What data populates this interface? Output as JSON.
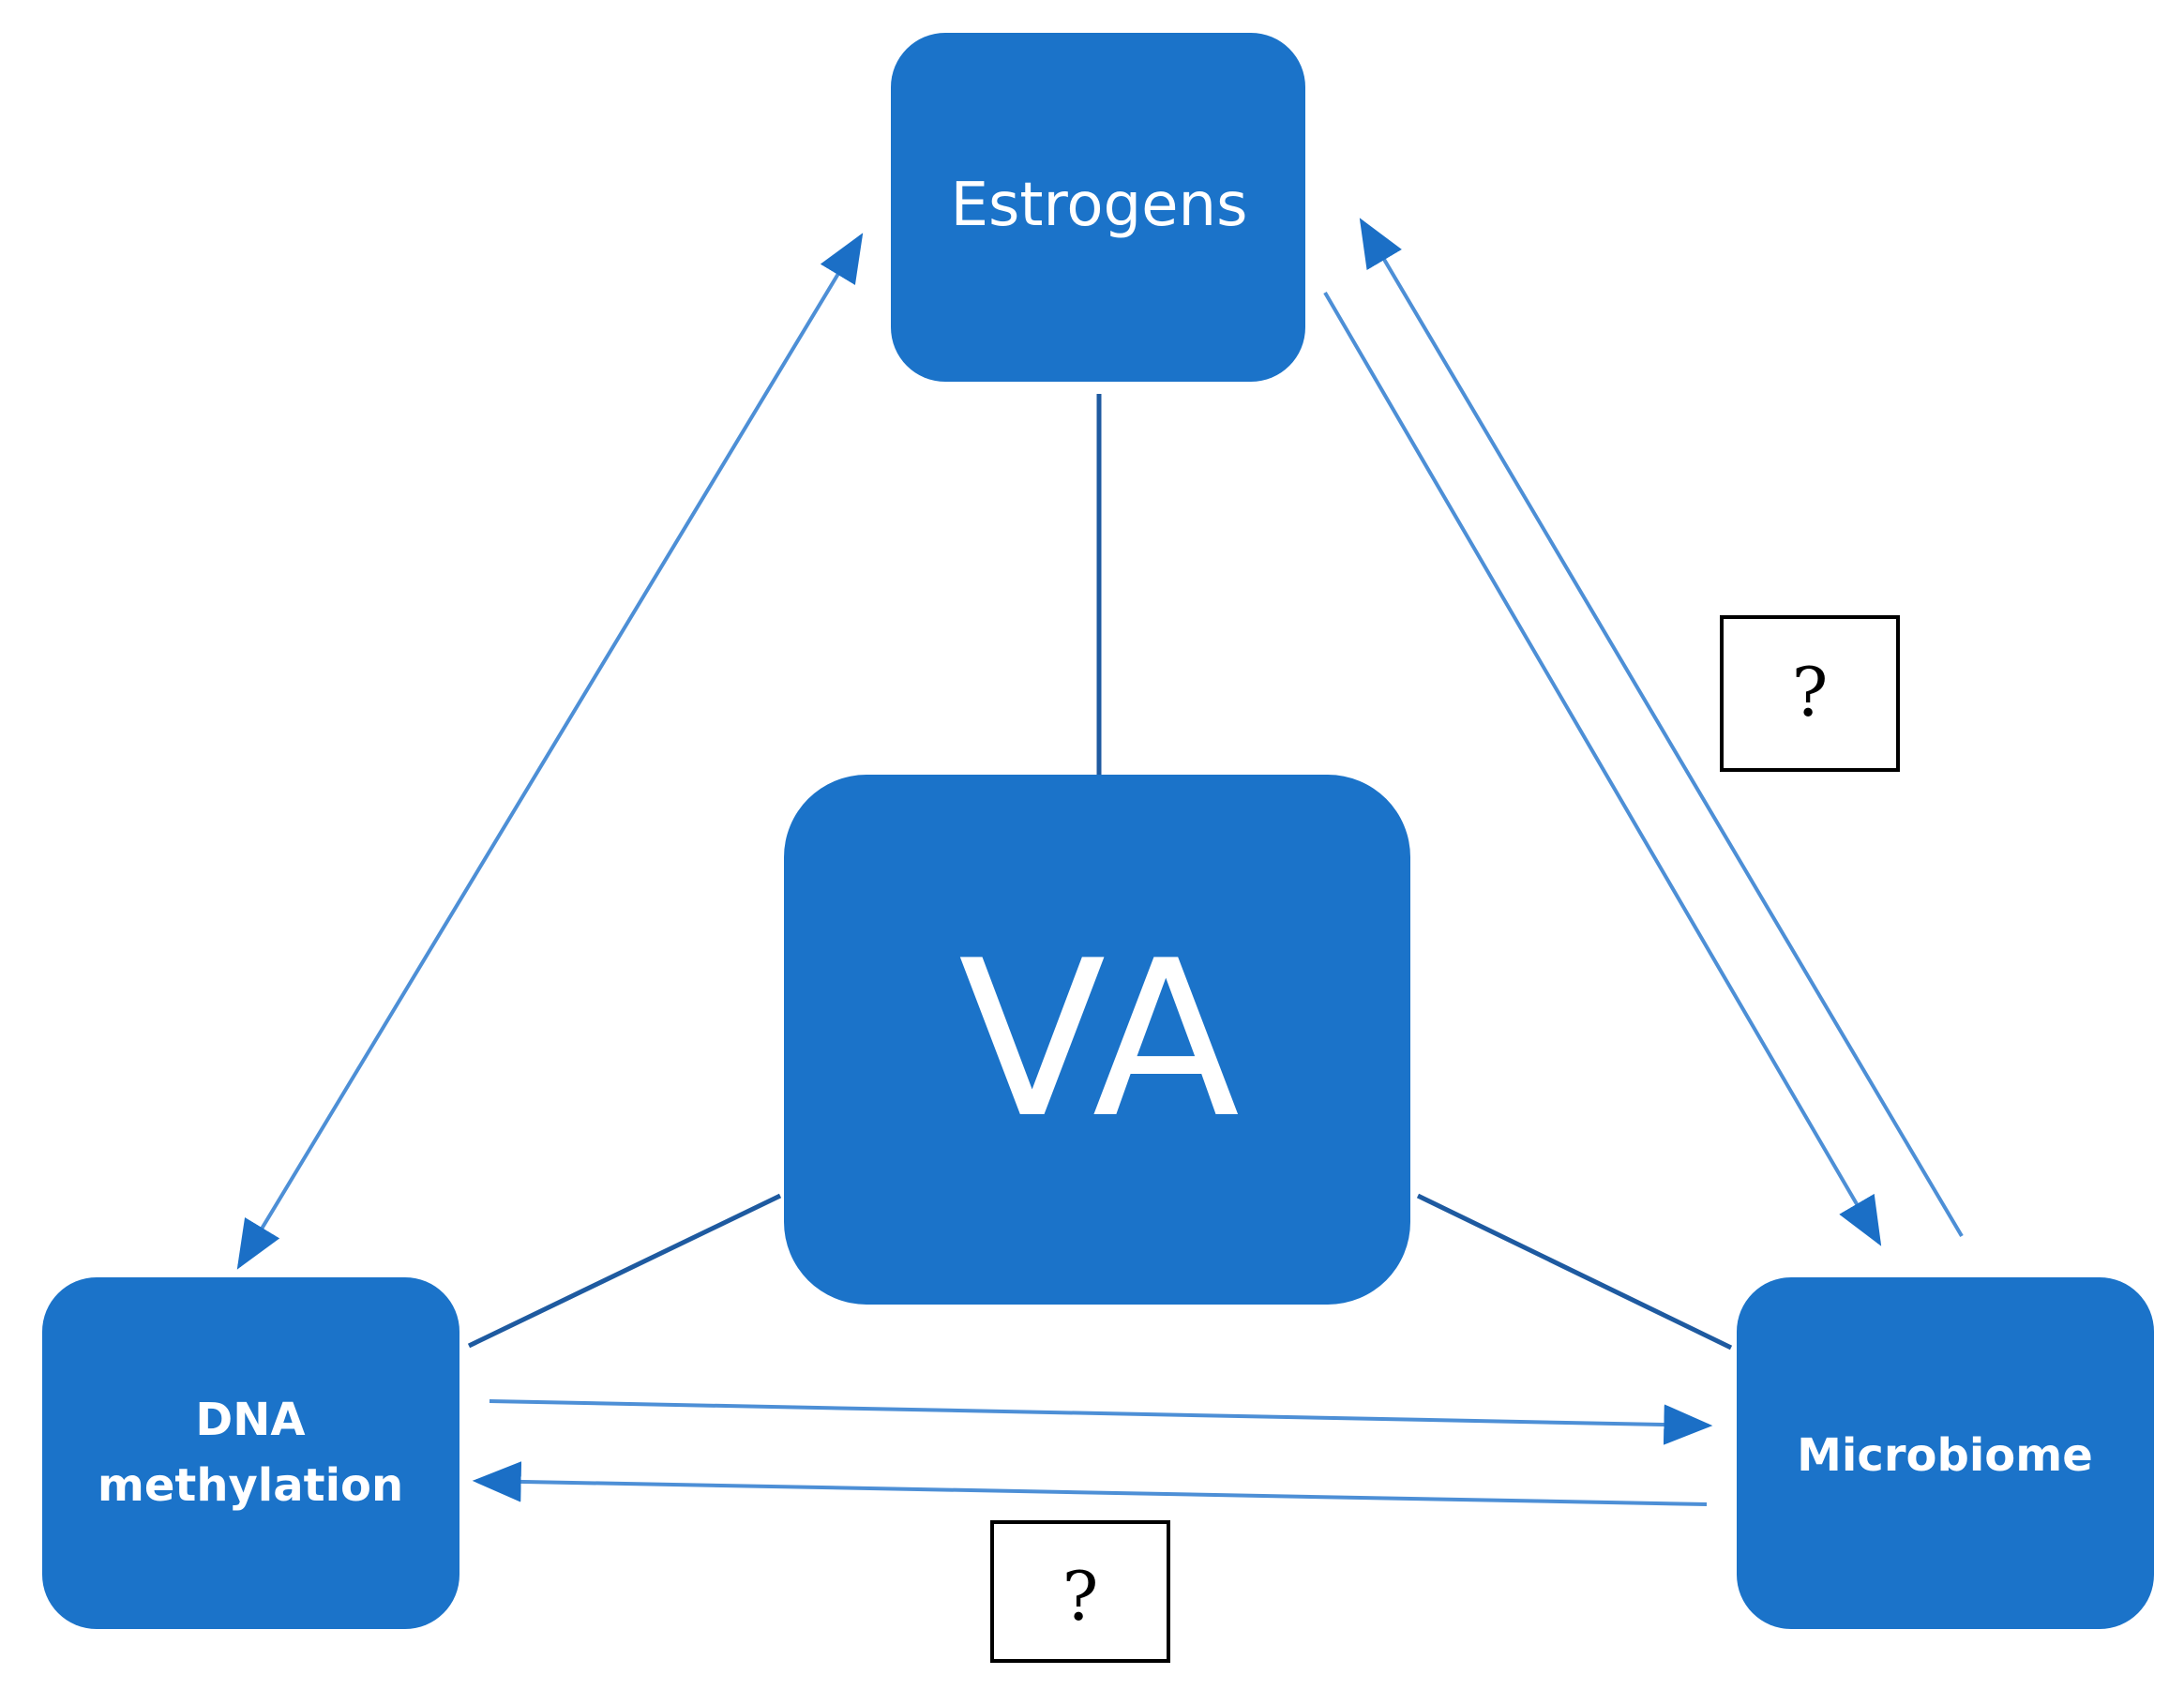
{
  "colors": {
    "node_fill": "#1b73c9",
    "node_text": "#ffffff",
    "connector": "#1e5aa0",
    "arrow": "#1b6fc6",
    "question_border": "#000000",
    "background": "#ffffff"
  },
  "nodes": {
    "center": {
      "label": "VA"
    },
    "top": {
      "label": "Estrogens"
    },
    "left": {
      "label_line1": "DNA",
      "label_line2": "methylation"
    },
    "right": {
      "label": "Microbiome"
    }
  },
  "question_marks": {
    "right": "?",
    "bottom": "?"
  },
  "relations": [
    {
      "from": "DNA methylation",
      "to": "Estrogens",
      "direction": "bidirectional"
    },
    {
      "from": "Estrogens",
      "to": "Microbiome",
      "direction": "forward"
    },
    {
      "from": "Microbiome",
      "to": "Estrogens",
      "direction": "forward",
      "annotation": "?"
    },
    {
      "from": "DNA methylation",
      "to": "Microbiome",
      "direction": "forward"
    },
    {
      "from": "Microbiome",
      "to": "DNA methylation",
      "direction": "forward",
      "annotation": "?"
    },
    {
      "from": "VA",
      "to": "Estrogens",
      "direction": "none"
    },
    {
      "from": "VA",
      "to": "DNA methylation",
      "direction": "none"
    },
    {
      "from": "VA",
      "to": "Microbiome",
      "direction": "none"
    }
  ]
}
